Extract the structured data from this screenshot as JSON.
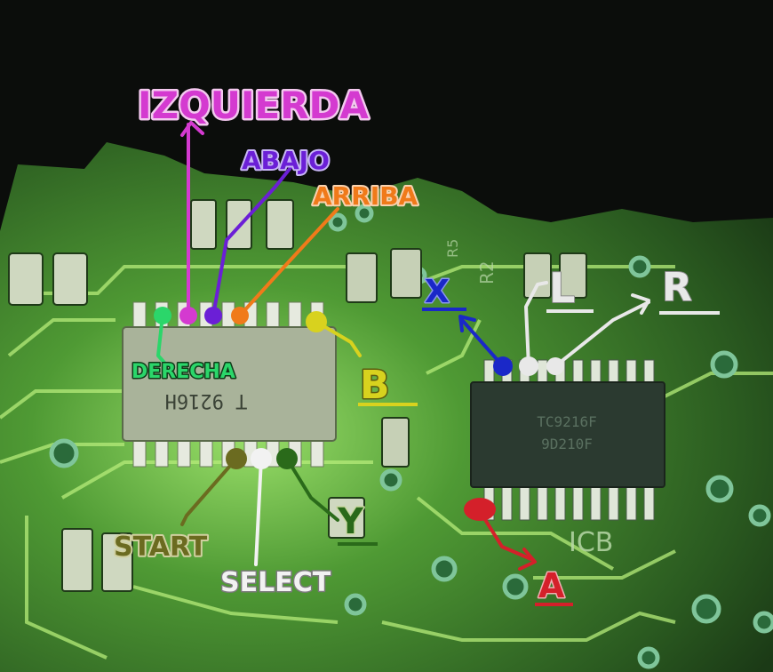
{
  "labels": {
    "izquierda": "IZQUIERDA",
    "abajo": "ABAJO",
    "arriba": "ARRIBA",
    "derecha": "DERECHA",
    "b": "B",
    "x": "X",
    "l": "L",
    "r": "R",
    "y": "Y",
    "start": "START",
    "select": "SELECT",
    "a": "A"
  },
  "chip_markings": {
    "left_chip": "T 9216H",
    "right_chip_line1": "TC9216F",
    "right_chip_line2": "9D210F",
    "silkscreen_icb": "ICB",
    "silkscreen_r2": "R2",
    "silkscreen_r5": "R5"
  },
  "colors": {
    "background_dark": "#0b0d0b",
    "pcb_green": "#3f7a2b",
    "trace_green": "#8fd15a",
    "izquierda": "#d43ad0",
    "abajo": "#6b1fd6",
    "arriba": "#f07a1a",
    "derecha": "#2bd66a",
    "b": "#d8d21e",
    "x": "#1a28c8",
    "lr_white": "#e8e8e8",
    "start": "#6b6b20",
    "select": "#f2f2f2",
    "y": "#2a6a1a",
    "a": "#d4202a"
  }
}
